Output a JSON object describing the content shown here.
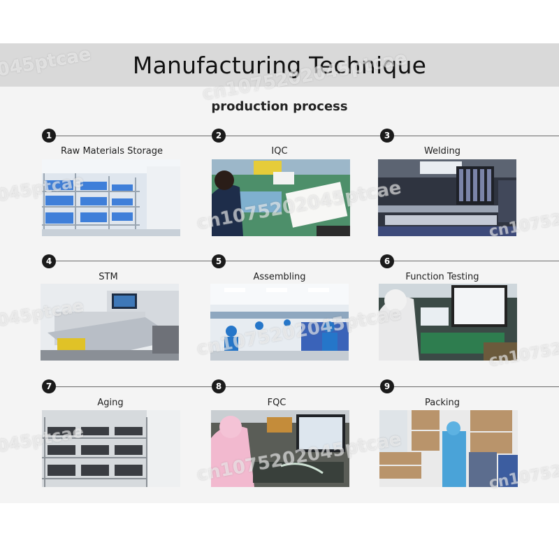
{
  "header": {
    "title": "Manufacturing Technique"
  },
  "section": {
    "subtitle": "production process"
  },
  "steps": [
    {
      "number": "1",
      "label": "Raw Materials Storage"
    },
    {
      "number": "2",
      "label": "IQC"
    },
    {
      "number": "3",
      "label": "Welding"
    },
    {
      "number": "4",
      "label": "STM"
    },
    {
      "number": "5",
      "label": "Assembling"
    },
    {
      "number": "6",
      "label": "Function Testing"
    },
    {
      "number": "7",
      "label": "Aging"
    },
    {
      "number": "8",
      "label": "FQC"
    },
    {
      "number": "9",
      "label": "Packing"
    }
  ],
  "watermarks": [
    "045ptcae",
    "cn1075202045ptcae",
    "cn10752"
  ],
  "colors": {
    "band": "#d9d9d9",
    "panel": "#f4f4f4",
    "badge": "#1b1b1b",
    "line": "#6a6a6a"
  }
}
